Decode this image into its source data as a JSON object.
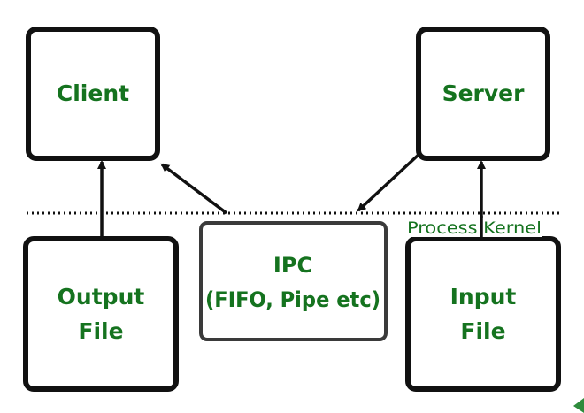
{
  "colors": {
    "label_green": "#15731f",
    "box_stroke": "#111111",
    "ipc_stroke": "#3a3a3a",
    "arrow": "#111111",
    "corner_mark": "#2e8b3c"
  },
  "nodes": {
    "client": {
      "label": "Client"
    },
    "server": {
      "label": "Server"
    },
    "output_file": {
      "line1": "Output",
      "line2": "File"
    },
    "input_file": {
      "line1": "Input",
      "line2": "File"
    },
    "ipc": {
      "line1": "IPC",
      "line2": "(FIFO, Pipe etc)"
    }
  },
  "boundary": {
    "label": "Process Kernel",
    "style": "dotted"
  },
  "connections": [
    {
      "from": "output_file",
      "to": "client"
    },
    {
      "from": "ipc",
      "to": "client"
    },
    {
      "from": "server",
      "to": "ipc"
    },
    {
      "from": "input_file",
      "to": "server"
    }
  ]
}
